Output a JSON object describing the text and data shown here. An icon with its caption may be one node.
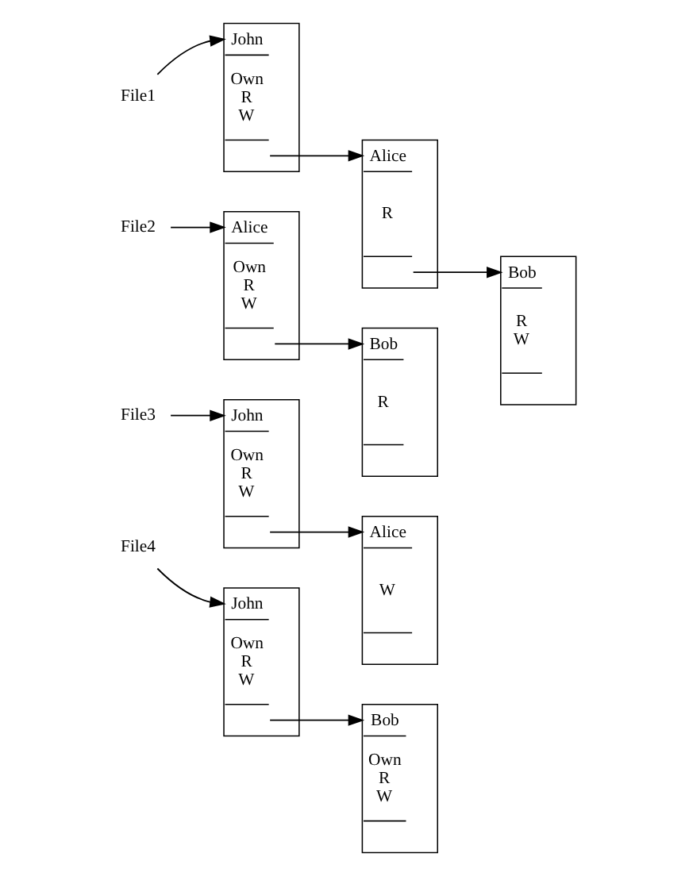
{
  "diagram": {
    "nodes": [
      {
        "text": [
          "File1"
        ]
      },
      {
        "text": [
          "John",
          "Own R W"
        ]
      },
      {
        "text": [
          "Alice",
          "R"
        ]
      },
      {
        "text": [
          "Bob",
          "R W"
        ]
      },
      {
        "text": [
          "File2"
        ]
      },
      {
        "text": [
          "Alice",
          "Own R W"
        ]
      },
      {
        "text": [
          "Bob",
          "R"
        ]
      },
      {
        "text": [
          "File3"
        ]
      },
      {
        "text": [
          "John",
          "Own R W"
        ]
      },
      {
        "text": [
          "Alice",
          "W"
        ]
      },
      {
        "text": [
          "File4"
        ]
      },
      {
        "text": [
          "John",
          "Own R W"
        ]
      },
      {
        "text": [
          "Bob",
          "Own R W"
        ]
      }
    ],
    "edges": [
      {
        "from": 0,
        "to": 1,
        "arrow": "to"
      },
      {
        "from": 1,
        "to": 2,
        "arrow": "to"
      },
      {
        "from": 2,
        "to": 3,
        "arrow": "to"
      },
      {
        "from": 4,
        "to": 5,
        "arrow": "to"
      },
      {
        "from": 5,
        "to": 6,
        "arrow": "to"
      },
      {
        "from": 7,
        "to": 8,
        "arrow": "to"
      },
      {
        "from": 8,
        "to": 9,
        "arrow": "to"
      },
      {
        "from": 10,
        "to": 11,
        "arrow": "to"
      },
      {
        "from": 11,
        "to": 12,
        "arrow": "to"
      }
    ]
  }
}
